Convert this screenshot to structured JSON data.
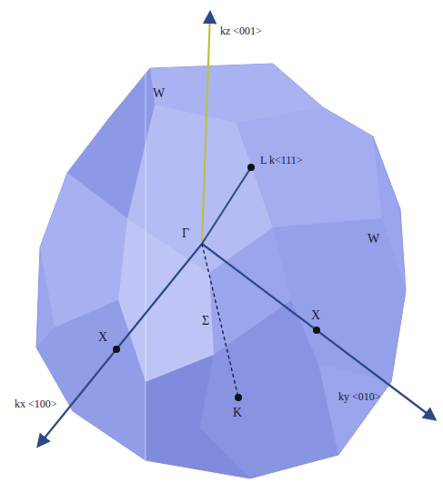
{
  "diagram": {
    "labels": [
      "kz <001>",
      "W",
      "L k<111>",
      "W",
      "Γ",
      "X",
      "Σ",
      "K",
      "X",
      "ky <010>",
      "kx <100>"
    ]
  }
}
